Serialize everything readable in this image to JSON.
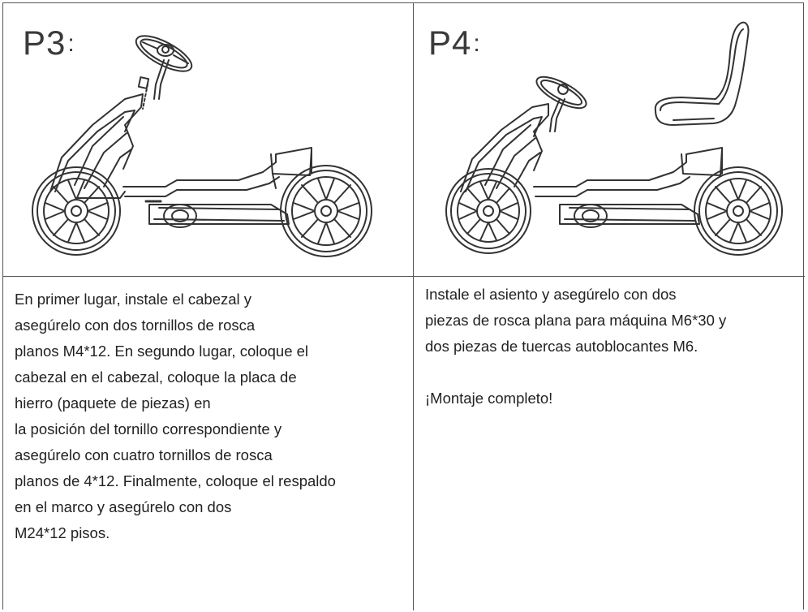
{
  "panels": [
    {
      "label": "P3",
      "colon": ":"
    },
    {
      "label": "P4",
      "colon": ":"
    }
  ],
  "left_text": [
    "En primer lugar, instale el cabezal y",
    "asegúrelo con dos tornillos de rosca",
    "planos M4*12. En segundo lugar, coloque el",
    "cabezal en el cabezal, coloque la placa de",
    "hierro (paquete de piezas) en",
    "la posición del tornillo correspondiente y",
    "asegúrelo con cuatro tornillos de rosca",
    "planos de 4*12. Finalmente, coloque el respaldo",
    "en el marco y asegúrelo con dos",
    "M24*12 pisos."
  ],
  "right_text": [
    "Instale el asiento y asegúrelo con dos",
    "piezas de rosca plana para máquina M6*30 y",
    "dos piezas de tuercas autoblocantes M6."
  ],
  "right_final": "¡Montaje completo!"
}
